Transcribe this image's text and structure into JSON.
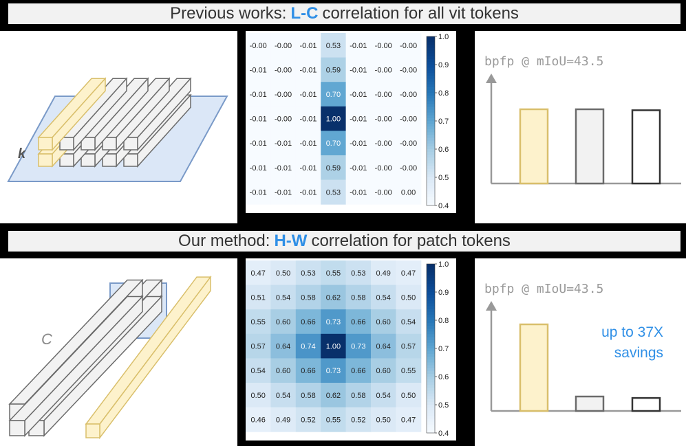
{
  "top": {
    "banner_pre": "Previous works:",
    "banner_hl": "L-C",
    "banner_post": "correlation for all vit tokens",
    "dim_label": "k",
    "bar_title": "bpfp @ mIoU=43.5",
    "heatmap": [
      [
        "-0.00",
        "-0.00",
        "-0.01",
        "0.53",
        "-0.01",
        "-0.00",
        "-0.00"
      ],
      [
        "-0.01",
        "-0.00",
        "-0.01",
        "0.59",
        "-0.01",
        "-0.00",
        "-0.00"
      ],
      [
        "-0.01",
        "-0.00",
        "-0.01",
        "0.70",
        "-0.01",
        "-0.00",
        "-0.00"
      ],
      [
        "-0.01",
        "-0.00",
        "-0.01",
        "1.00",
        "-0.01",
        "-0.00",
        "-0.00"
      ],
      [
        "-0.01",
        "-0.01",
        "-0.01",
        "0.70",
        "-0.01",
        "-0.00",
        "-0.00"
      ],
      [
        "-0.01",
        "-0.01",
        "-0.01",
        "0.59",
        "-0.01",
        "-0.00",
        "-0.00"
      ],
      [
        "-0.01",
        "-0.01",
        "-0.01",
        "0.53",
        "-0.01",
        "-0.00",
        "0.00"
      ]
    ],
    "bars": [
      0.75,
      0.75,
      0.74
    ]
  },
  "bottom": {
    "banner_pre": "Our method:",
    "banner_hl": "H-W",
    "banner_post": "correlation for patch tokens",
    "dim_label": "C",
    "bar_title": "bpfp @ mIoU=43.5",
    "savings_line1": "up to 37X",
    "savings_line2": "savings",
    "heatmap": [
      [
        "0.47",
        "0.50",
        "0.53",
        "0.55",
        "0.53",
        "0.49",
        "0.47"
      ],
      [
        "0.51",
        "0.54",
        "0.58",
        "0.62",
        "0.58",
        "0.54",
        "0.50"
      ],
      [
        "0.55",
        "0.60",
        "0.66",
        "0.73",
        "0.66",
        "0.60",
        "0.54"
      ],
      [
        "0.57",
        "0.64",
        "0.74",
        "1.00",
        "0.73",
        "0.64",
        "0.57"
      ],
      [
        "0.54",
        "0.60",
        "0.66",
        "0.73",
        "0.66",
        "0.60",
        "0.55"
      ],
      [
        "0.50",
        "0.54",
        "0.58",
        "0.62",
        "0.58",
        "0.54",
        "0.50"
      ],
      [
        "0.46",
        "0.49",
        "0.52",
        "0.55",
        "0.52",
        "0.50",
        "0.47"
      ]
    ],
    "bars": [
      0.6,
      0.1,
      0.09
    ]
  },
  "colorbar_ticks": [
    "1.0",
    "0.9",
    "0.8",
    "0.7",
    "0.6",
    "0.5",
    "0.4"
  ],
  "colors": {
    "accent": "#2f8fe6",
    "yellow_fill": "#fdf2cc",
    "yellow_stroke": "#d9bf6b",
    "gray_fill": "#f2f2f2",
    "gray_stroke": "#6b6b6b",
    "plane_fill": "#dbe7f7",
    "plane_stroke": "#7a9ac8"
  }
}
